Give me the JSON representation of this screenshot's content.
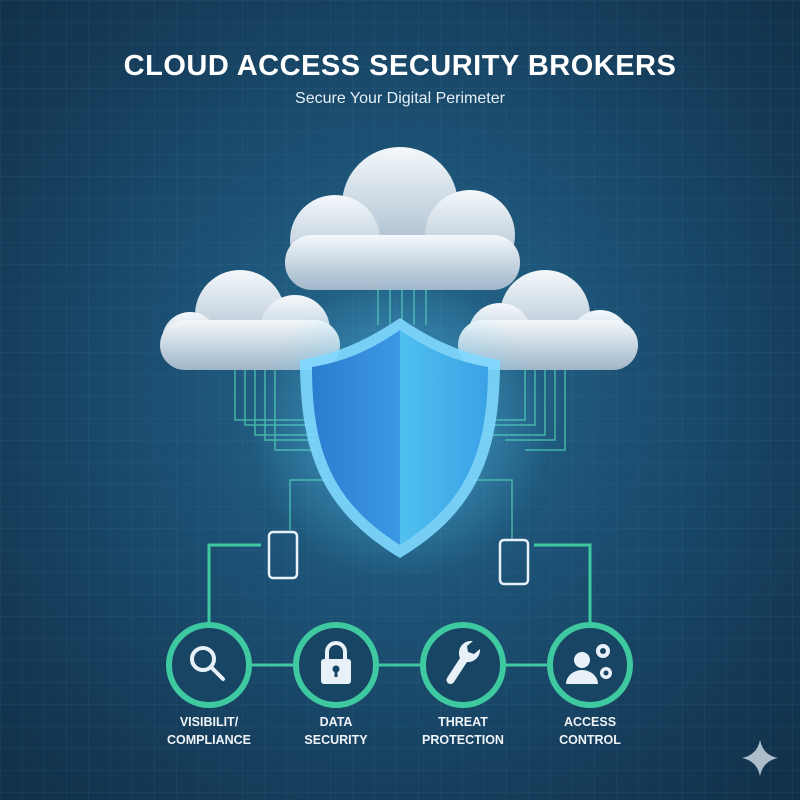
{
  "header": {
    "title": "CLOUD ACCESS SECURITY BROKERS",
    "subtitle": "Secure Your Digital Perimeter"
  },
  "features": [
    {
      "icon": "magnifier-icon",
      "line1": "VISIBILIT/",
      "line2": "COMPLIANCE"
    },
    {
      "icon": "padlock-icon",
      "line1": "DATA",
      "line2": "SECURITY"
    },
    {
      "icon": "wrench-icon",
      "line1": "THREAT",
      "line2": "PROTECTION"
    },
    {
      "icon": "user-gears-icon",
      "line1": "ACCESS",
      "line2": "CONTROL"
    }
  ],
  "colors": {
    "accent": "#3fc9a0",
    "shield": "#3aa2e6",
    "background": "#1d5478"
  }
}
